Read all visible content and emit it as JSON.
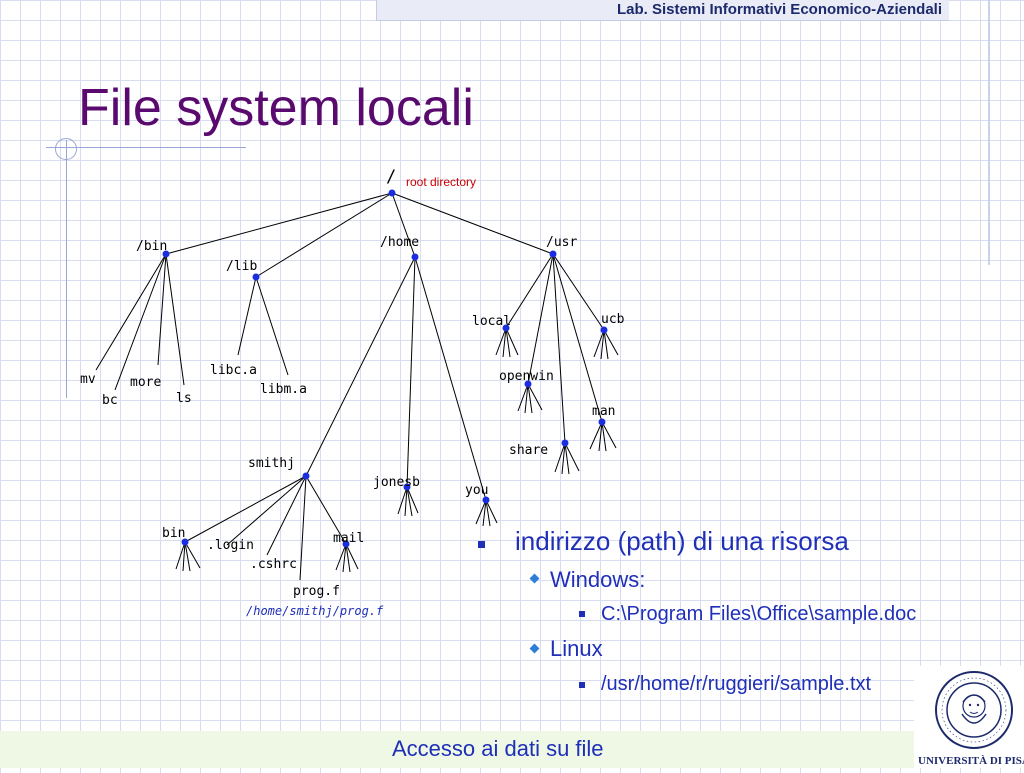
{
  "header": {
    "lab_name": "Lab. Sistemi Informativi Economico-Aziendali"
  },
  "slide": {
    "title": "File system locali"
  },
  "tree": {
    "root": "/",
    "root_note": "root directory",
    "bin": "/bin",
    "lib": "/lib",
    "home": "/home",
    "usr": "/usr",
    "mv": "mv",
    "bc": "bc",
    "more": "more",
    "ls": "ls",
    "libca": "libc.a",
    "libma": "libm.a",
    "local": "local",
    "ucb": "ucb",
    "openwin": "openwin",
    "man": "man",
    "share": "share",
    "smithj": "smithj",
    "jonesb": "jonesb",
    "you": "you",
    "sbin": "bin",
    "login": ".login",
    "cshrc": ".cshrc",
    "mail": "mail",
    "progf": "prog.f",
    "prog_path": "/home/smithj/prog.f"
  },
  "bullets": {
    "main": "indirizzo (path) di una risorsa",
    "windows_label": "Windows:",
    "windows_path": "C:\\Program Files\\Office\\sample.doc",
    "linux_label": "Linux",
    "linux_path": "/usr/home/r/ruggieri/sample.txt"
  },
  "footer": {
    "text": "Accesso ai dati su file"
  },
  "logo": {
    "caption": "UNIVERSITÀ DI PISA"
  },
  "colors": {
    "title": "#5a0a6e",
    "text": "#1f2fb8",
    "node": "#1a2ee0",
    "note": "#cc0000"
  }
}
